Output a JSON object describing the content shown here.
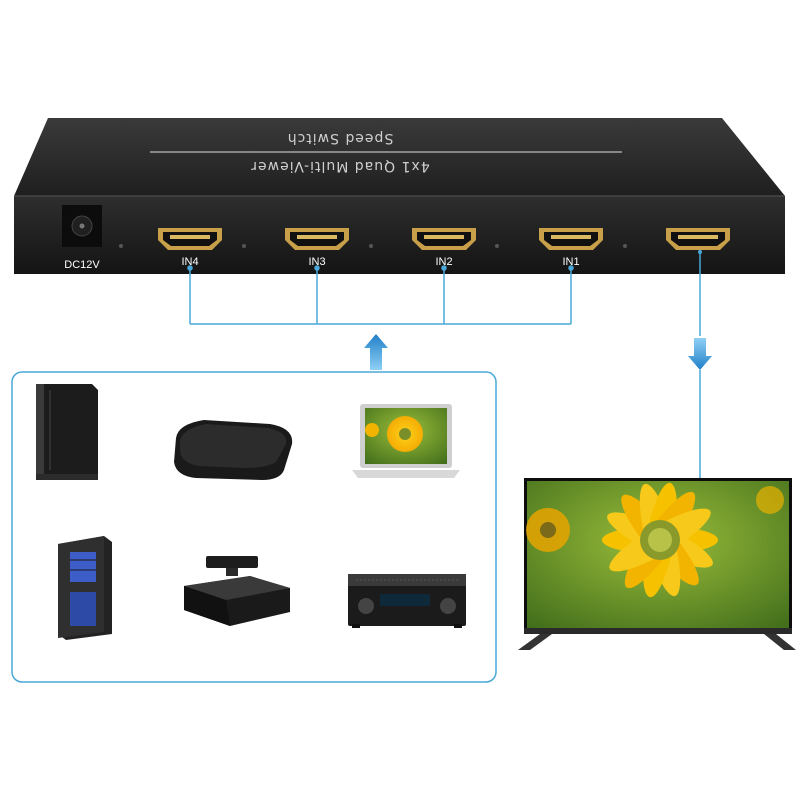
{
  "device": {
    "top_label_line1": "4x1 Quad Multi-Viewer",
    "top_label_line2": "Speed Switch",
    "power_label": "DC12V",
    "ports": [
      {
        "label": "IN4"
      },
      {
        "label": "IN3"
      },
      {
        "label": "IN2"
      },
      {
        "label": "IN1"
      },
      {
        "label": ""
      }
    ]
  },
  "sources": [
    {
      "name": "game-console-icon"
    },
    {
      "name": "tv-box-icon"
    },
    {
      "name": "laptop-icon"
    },
    {
      "name": "desktop-pc-icon"
    },
    {
      "name": "xbox-console-icon"
    },
    {
      "name": "av-receiver-icon"
    }
  ],
  "output": {
    "name": "tv-display-icon"
  },
  "colors": {
    "line": "#4aa8d8",
    "arrow": "#2f8fd0",
    "device_body": "#2a2a2a",
    "port_gold": "#c8a04a"
  }
}
